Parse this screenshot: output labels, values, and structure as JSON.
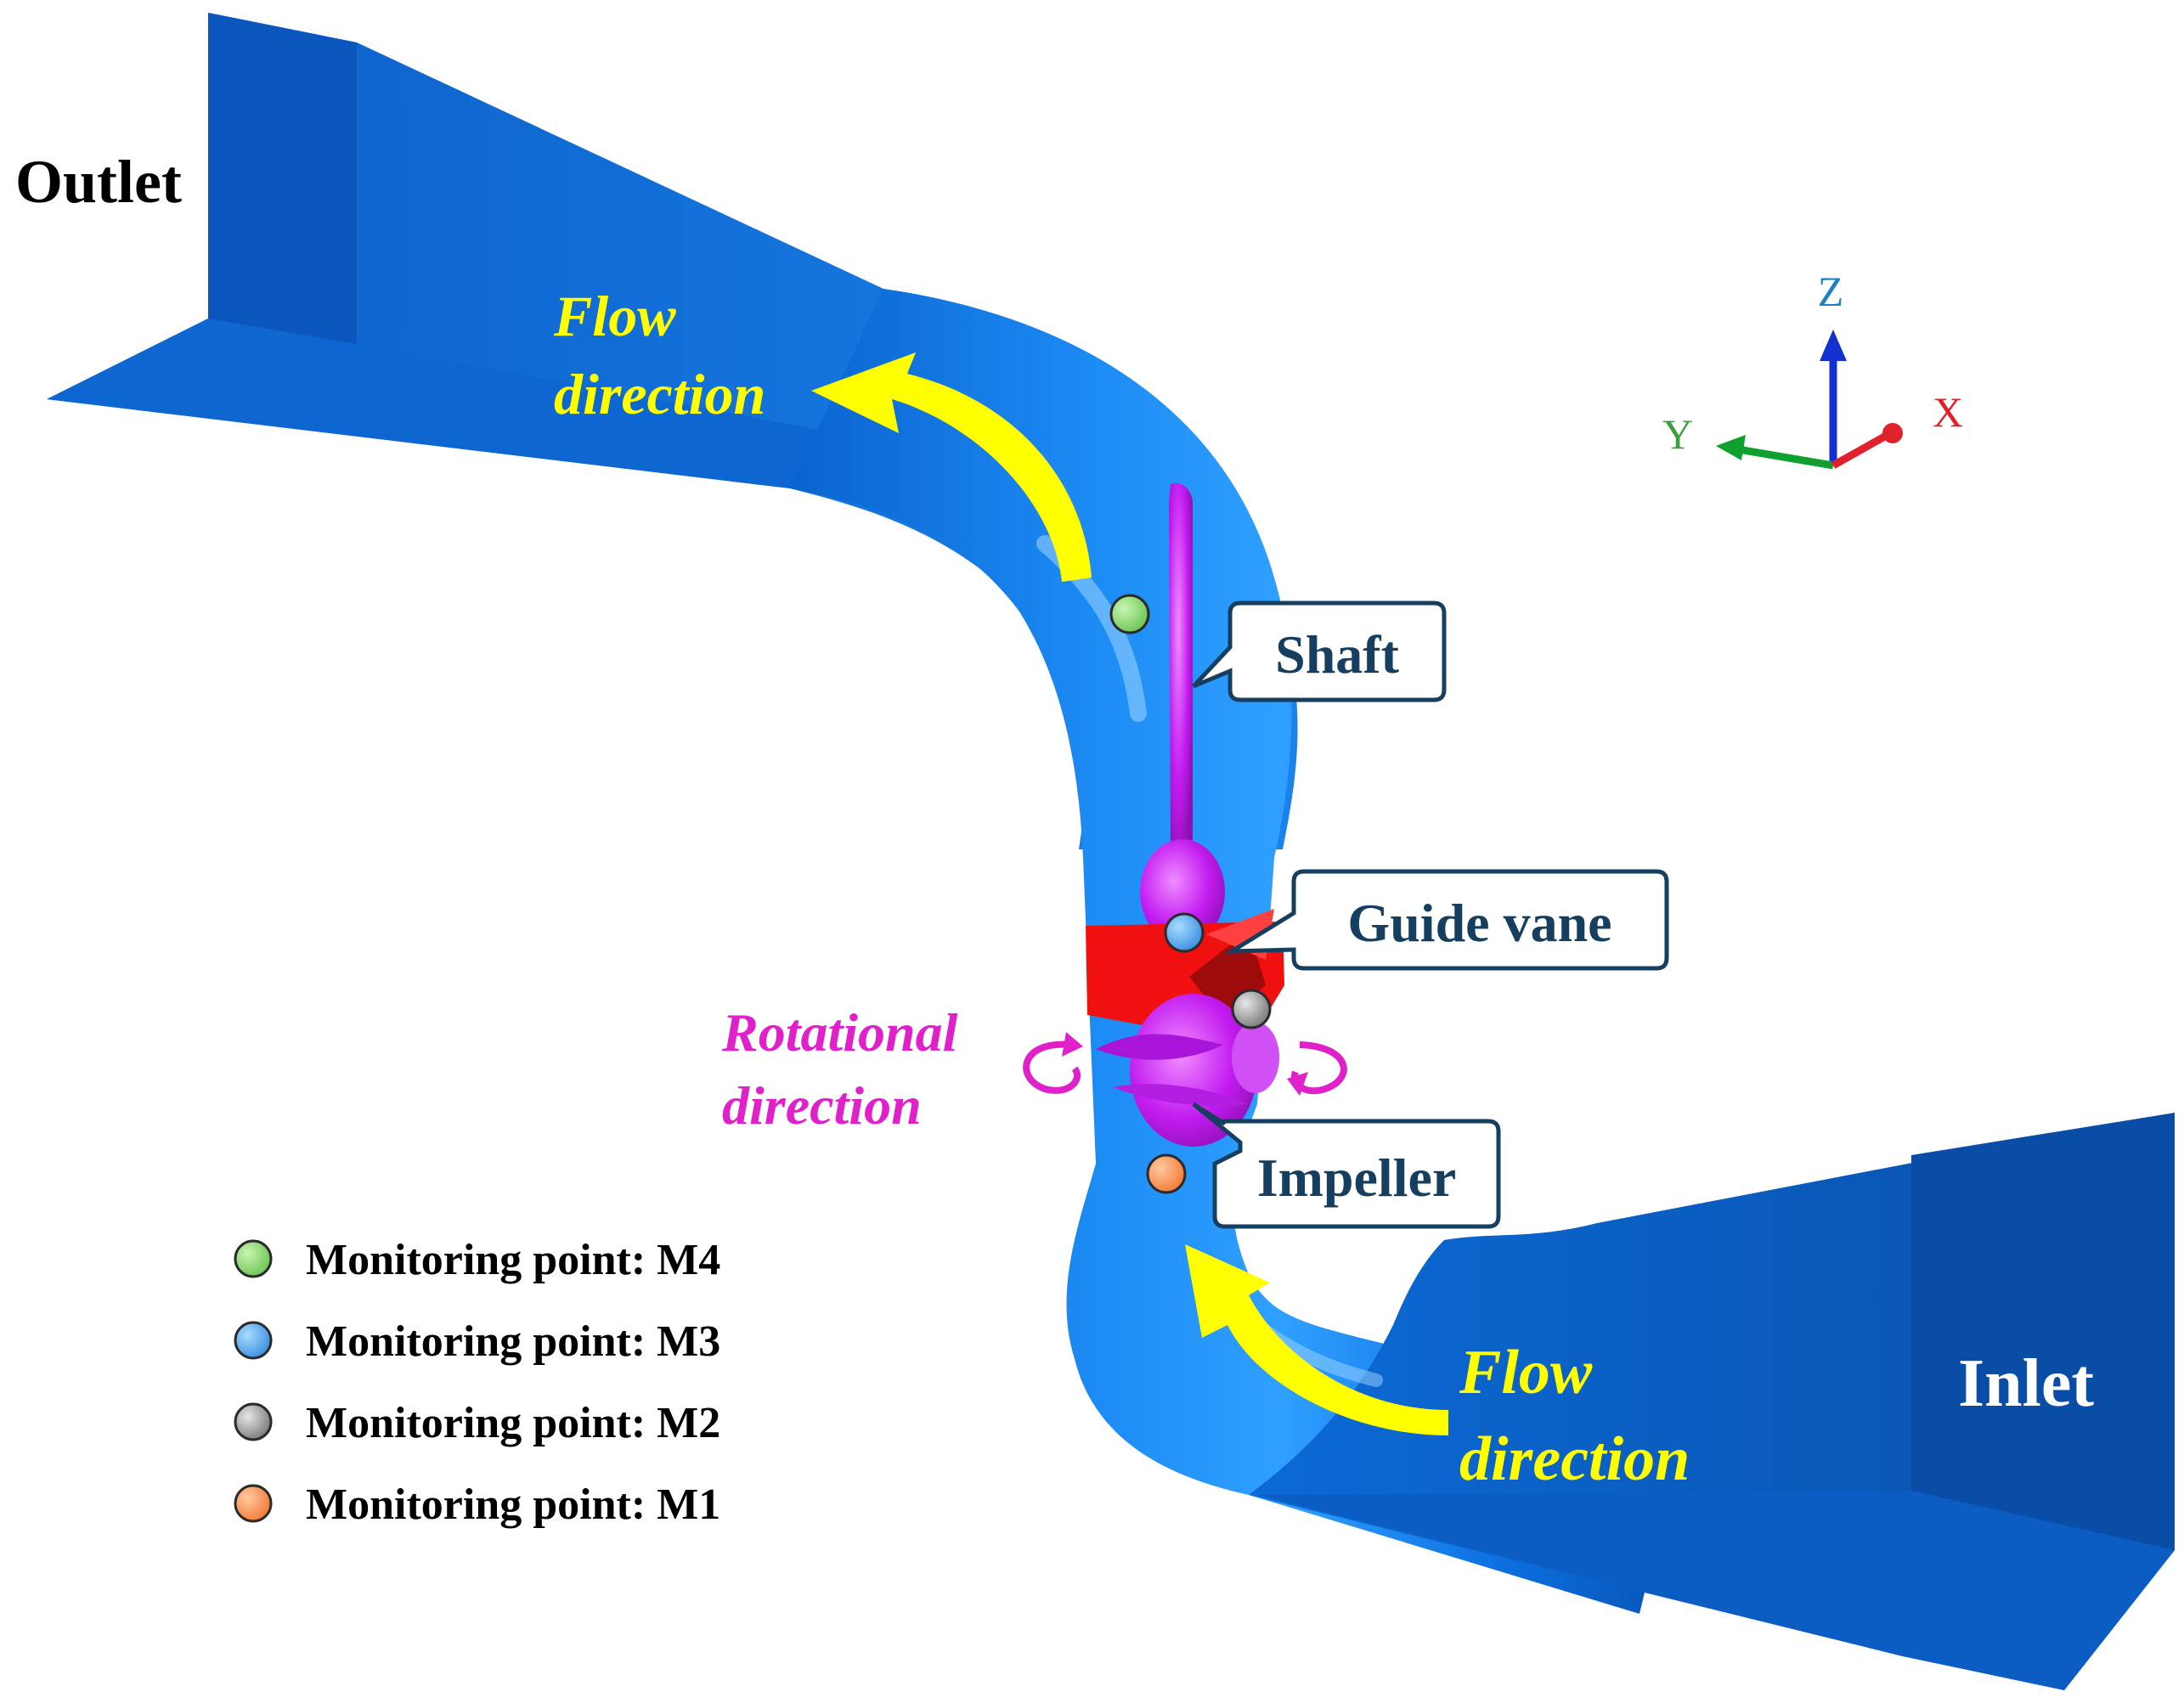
{
  "labels": {
    "outlet": "Outlet",
    "inlet": "Inlet",
    "flow_top_1": "Flow",
    "flow_top_2": "direction",
    "flow_bottom_1": "Flow",
    "flow_bottom_2": "direction",
    "rotation_1": "Rotational",
    "rotation_2": "direction"
  },
  "callouts": {
    "shaft": "Shaft",
    "guide_vane": "Guide vane",
    "impeller": "Impeller"
  },
  "axes": {
    "z": "Z",
    "y": "Y",
    "x": "X"
  },
  "legend": [
    {
      "label": "Monitoring point: M4",
      "color": "#6cc455"
    },
    {
      "label": "Monitoring point: M3",
      "color": "#3a8ee0"
    },
    {
      "label": "Monitoring point: M2",
      "color": "#8c8c8c"
    },
    {
      "label": "Monitoring point: M1",
      "color": "#f27a36"
    }
  ],
  "colors": {
    "pipe": "#0a6fe0",
    "pipe_dark": "#0854b8",
    "shaft": "#c21bf0",
    "guide_vane": "#f01010",
    "flow_arrow": "#ffff00",
    "rotation": "#e020c8",
    "callout_text": "#163e5f"
  }
}
